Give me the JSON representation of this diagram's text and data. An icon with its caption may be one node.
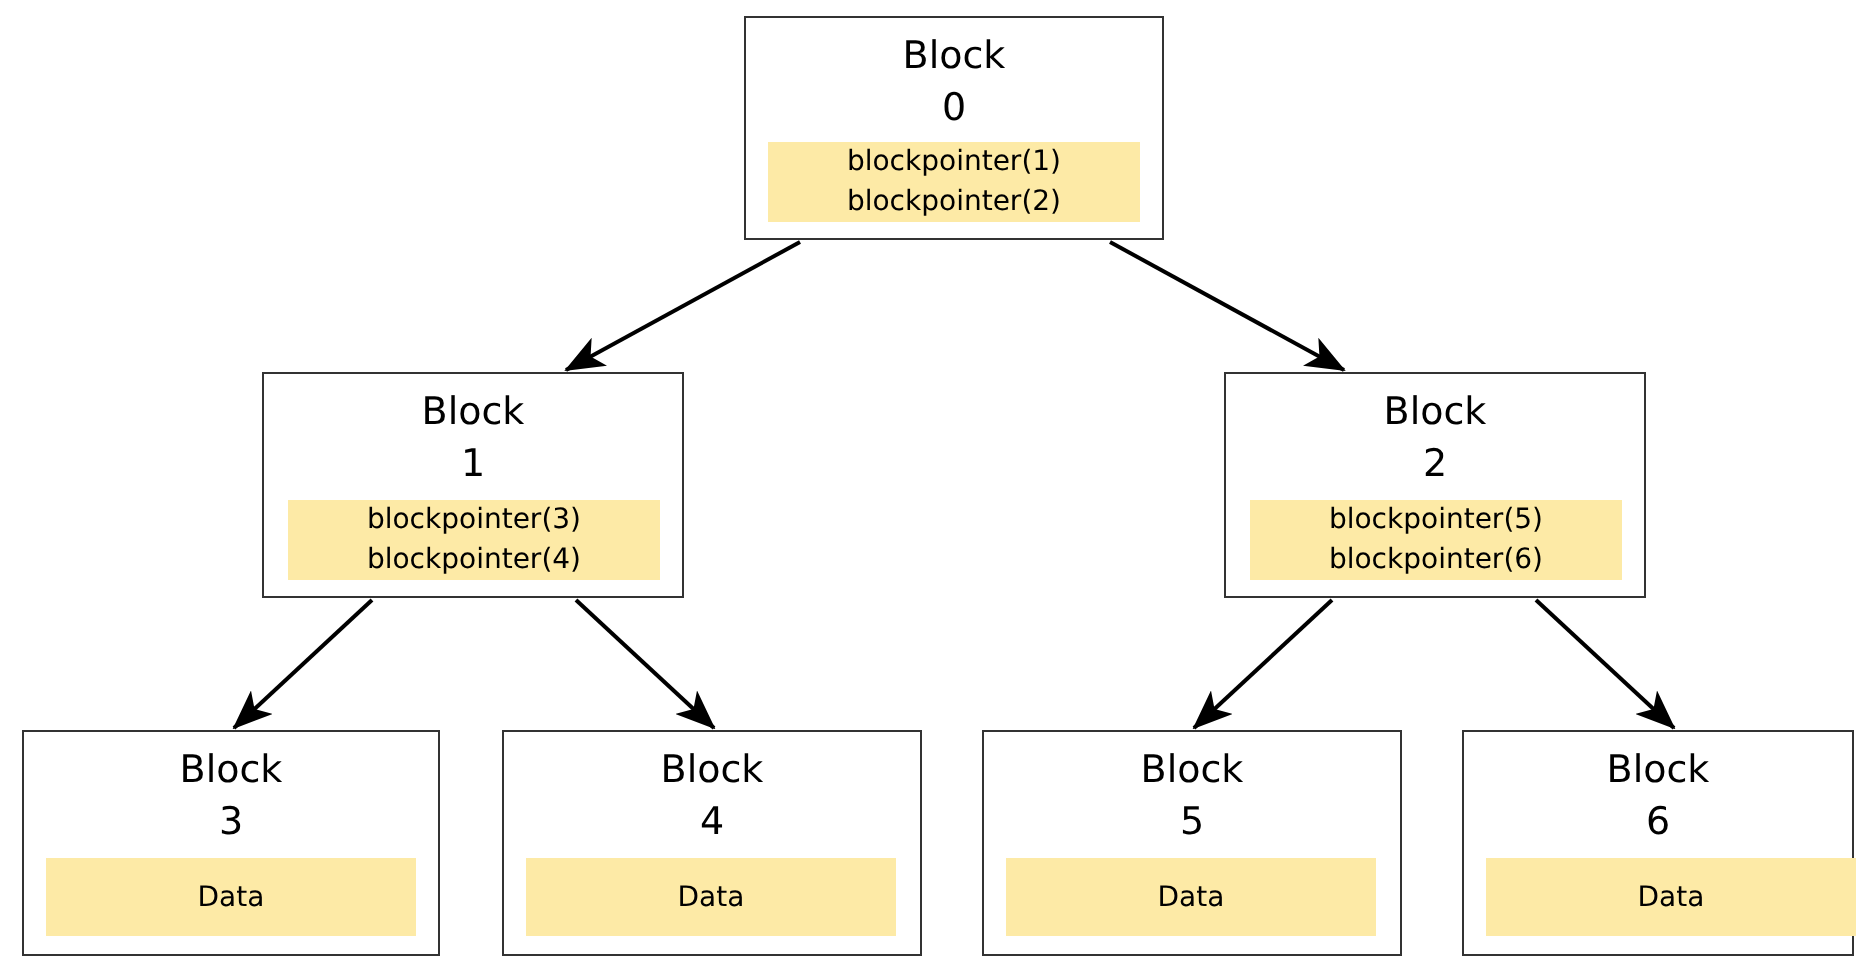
{
  "diagram": {
    "nodes": [
      {
        "text": [
          "Block 0"
        ]
      },
      {
        "text": [
          "blockpointer(1)",
          "blockpointer(2)"
        ],
        "in": 0
      },
      {
        "text": [
          "Block 1"
        ]
      },
      {
        "text": [
          "blockpointer(3)",
          "blockpointer(4)"
        ],
        "in": 2
      },
      {
        "text": [
          "Block 2"
        ]
      },
      {
        "text": [
          "blockpointer(5)",
          "blockpointer(6)"
        ],
        "in": 4
      },
      {
        "text": [
          "Block 3"
        ]
      },
      {
        "text": [
          "Data"
        ],
        "in": 6
      },
      {
        "text": [
          "Block 4"
        ]
      },
      {
        "text": [
          "Data"
        ],
        "in": 8
      },
      {
        "text": [
          "Block 5"
        ]
      },
      {
        "text": [
          "Data"
        ],
        "in": 10
      },
      {
        "text": [
          "Block 6"
        ]
      },
      {
        "text": [
          "Data"
        ],
        "in": 12
      }
    ],
    "edges": [
      {
        "from": 0,
        "to": 2,
        "arrow": "to"
      },
      {
        "from": 0,
        "to": 4,
        "arrow": "to"
      },
      {
        "from": 2,
        "to": 6,
        "arrow": "to"
      },
      {
        "from": 2,
        "to": 8,
        "arrow": "to"
      },
      {
        "from": 4,
        "to": 10,
        "arrow": "to"
      },
      {
        "from": 4,
        "to": 12,
        "arrow": "to"
      }
    ]
  }
}
